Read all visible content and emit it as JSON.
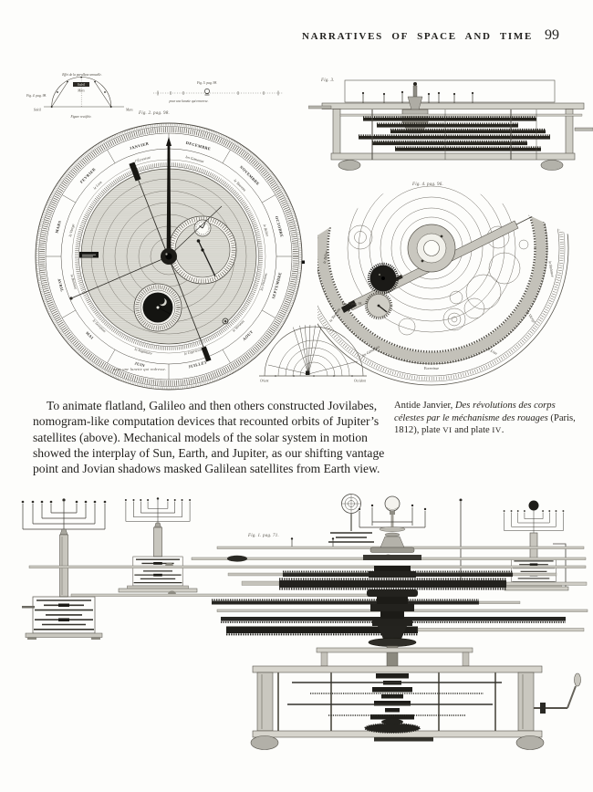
{
  "header": {
    "title": "NARRATIVES OF SPACE AND TIME",
    "page_number": "99"
  },
  "main_text": {
    "lines": [
      "To animate flatland, Galileo and then others constructed Jovilabes,",
      "nomogram-like computation devices that recounted orbits of Jupiter’s",
      "satellites (above). Mechanical models of the solar system in motion",
      "showed the interplay of Sun, Earth, and Jupiter, as our shifting vantage",
      "point and Jovian shadows masked Galilean satellites from Earth view."
    ]
  },
  "sidenote": {
    "line1_pre": "Antide Janvier, ",
    "line1_italic": "Des révolutions des corps",
    "line2_italic": "célestes par le méchanisme des rouages",
    "line2_post": " (Paris,",
    "line3_pre": "1812), plate ",
    "line3_sc1": "VI",
    "line3_mid": " and plate ",
    "line3_sc2": "IV",
    "line3_end": "."
  },
  "figures": {
    "parallax": {
      "caption": "Effet de la parallaxe annuelle.",
      "fig_no": "Fig. 4. pag. 98.",
      "label_left": "Soleil",
      "label_right": "Mars",
      "label_top1": "Soleil",
      "label_top2": "Mars",
      "caption_below": "Figure rectifiée."
    },
    "scale": {
      "fig_no": "Fig. 5. pag. 98.",
      "caption_below": "pour une lunette qui renverse."
    },
    "dial": {
      "fig_no": "Fig. 2. pag. 98.",
      "caption_below": "pour une lunette qui redresse.",
      "months": [
        "JANVIER",
        "FEVRIER",
        "MARS",
        "AVRIL",
        "MAI",
        "JUIN",
        "JUILLET",
        "AOUT",
        "SEPTEMBRE",
        "OCTOBRE",
        "NOVEMBRE",
        "DECEMBRE"
      ],
      "zodiac": [
        "l’Écrevisse",
        "le Lion",
        "la Vierge",
        "la Balance",
        "le Scorpion",
        "le Sagittaire",
        "le Capricorne",
        "le Verseau",
        "les Poissons",
        "le Bélier",
        "le Taureau",
        "les Gémeaux"
      ]
    },
    "side_mech": {
      "fig_no": "Fig. 3."
    },
    "back_mech": {
      "fig_no": "Fig. 4. pag. 96.",
      "rim_labels": [
        "le Bélier",
        "le Taureau",
        "les Gémeaux",
        "Ecrevisse",
        "le Lion",
        "la Vierge",
        "la Balance"
      ]
    },
    "fan": {
      "fig_no": "Fig. 6. pag. 98.",
      "label_left": "Orient",
      "label_right": "Occident"
    },
    "orrery": {
      "fig_no": "Fig. 1. pag. 71."
    }
  }
}
